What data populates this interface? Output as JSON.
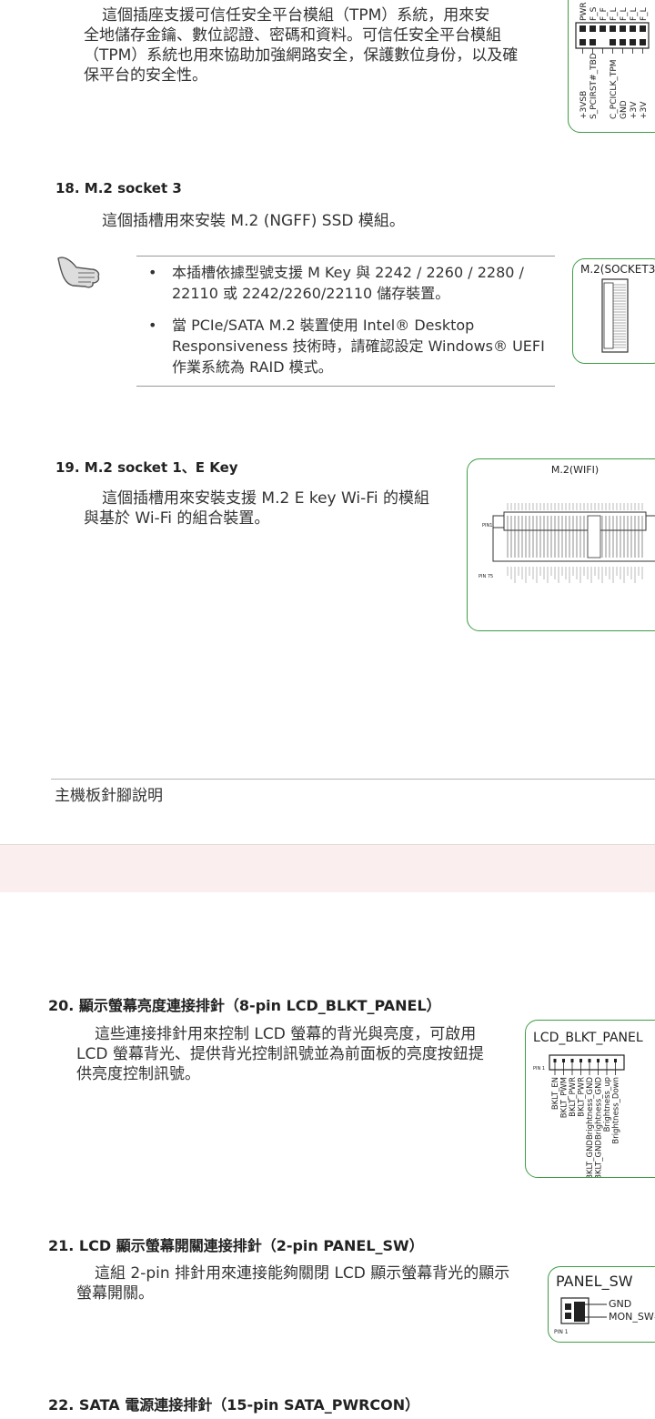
{
  "page1": {
    "tpm_paragraph": [
      "這個插座支援可信任安全平台模組（TPM）系統，用來安",
      "全地儲存金鑰、數位認證、密碼和資料。可信任安全平台模組",
      "（TPM）系統也用來協助加強網路安全，保護數位身份，以及確",
      "保平台的安全性。"
    ],
    "tpm_pins_left": [
      "+3VSB",
      "S_PCIRST#_TBD",
      "",
      "C_PCICLK_TPM",
      "GND",
      "+3V",
      "+3V"
    ],
    "tpm_pins_right": [
      "PWR",
      "F_S",
      "F_F",
      "F_L",
      "F_L",
      "F_L",
      "F_L"
    ],
    "section18": {
      "title": "18. M.2 socket 3",
      "description": "這個插槽用來安裝 M.2 (NGFF) SSD 模組。",
      "note_bullets": [
        [
          "本插槽依據型號支援 M Key 與 2242 / 2260 / 2280 /",
          "22110 或 2242/2260/22110 儲存裝置。"
        ],
        [
          "當 PCIe/SATA M.2 裝置使用 Intel® Desktop",
          "Responsiveness 技術時，請確認設定 Windows® UEFI",
          "作業系統為 RAID 模式。"
        ]
      ],
      "diagram_title": "M.2(SOCKET3"
    },
    "section19": {
      "title": "19. M.2 socket 1、E Key",
      "description": [
        "這個插槽用來安裝支援 M.2 E key Wi-Fi 的模組",
        "與基於 Wi-Fi 的組合裝置。"
      ],
      "diagram_title": "M.2(WIFI)",
      "pin_label_top": "PIN1",
      "pin_label_bottom": "PIN 75"
    },
    "footer": "主機板針腳說明"
  },
  "page2": {
    "section20": {
      "title": "20. 顯示螢幕亮度連接排針（8-pin LCD_BLKT_PANEL）",
      "description": [
        "這些連接排針用來控制 LCD 螢幕的背光與亮度，可啟用",
        "LCD 螢幕背光、提供背光控制訊號並為前面板的亮度按鈕提",
        "供亮度控制訊號。"
      ],
      "diagram_title": "LCD_BLKT_PANEL",
      "pin1_label": "PIN 1",
      "pins": [
        "BKLT_EN",
        "BKLT_PWM",
        "BKLT_PWR",
        "BKLT_PWR",
        "BKLT_GNDBrightness_GND",
        "BKLT_GNDBrightness_GND",
        "Brightness_up",
        "Brightness_Down"
      ]
    },
    "section21": {
      "title": "21. LCD 顯示螢幕開關連接排針（2-pin PANEL_SW）",
      "description": [
        "這組 2-pin 排針用來連接能夠關閉 LCD 顯示螢幕背光的顯示",
        "螢幕開關。"
      ],
      "diagram_title": "PANEL_SW",
      "pins": [
        "GND",
        "MON_SW#"
      ],
      "pin1_label": "PIN 1"
    },
    "section22": {
      "title": "22. SATA 電源連接排針（15-pin SATA_PWRCON）"
    }
  },
  "colors": {
    "diagram_border": "#3f9d45",
    "gap_background": "#fbeeee"
  }
}
